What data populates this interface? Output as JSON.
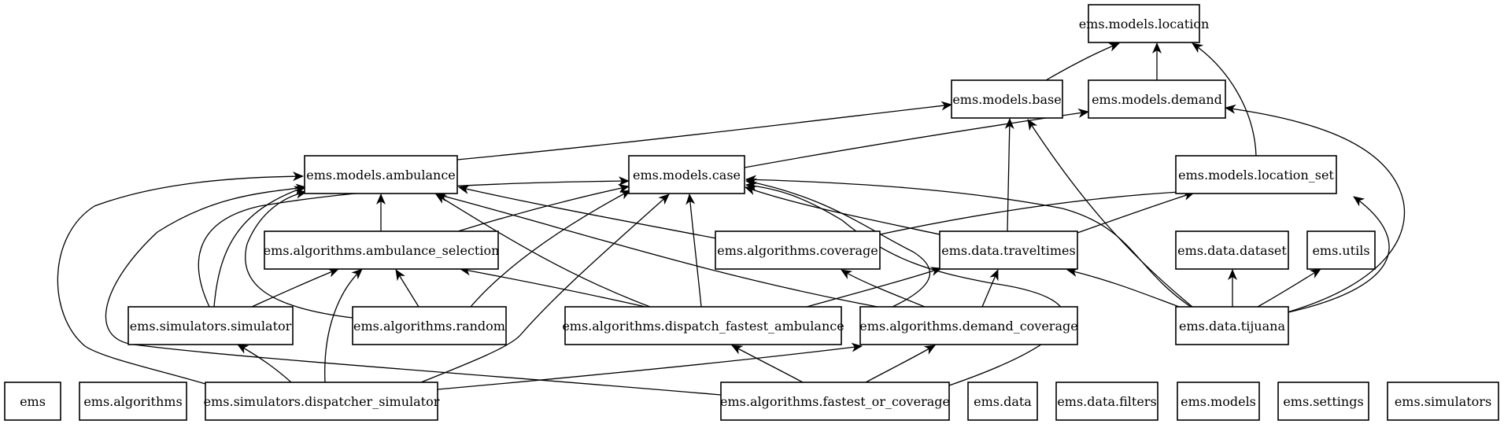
{
  "diagram": {
    "type": "module-dependency-graph",
    "colors": {
      "stroke": "#000000",
      "fill": "#ffffff",
      "text": "#000000"
    },
    "nodes": [
      {
        "id": "ems_models_location",
        "label": "ems.models.location"
      },
      {
        "id": "ems_models_base",
        "label": "ems.models.base"
      },
      {
        "id": "ems_models_demand",
        "label": "ems.models.demand"
      },
      {
        "id": "ems_models_ambulance",
        "label": "ems.models.ambulance"
      },
      {
        "id": "ems_models_case",
        "label": "ems.models.case"
      },
      {
        "id": "ems_models_location_set",
        "label": "ems.models.location_set"
      },
      {
        "id": "ems_algorithms_ambulance_selection",
        "label": "ems.algorithms.ambulance_selection"
      },
      {
        "id": "ems_algorithms_coverage",
        "label": "ems.algorithms.coverage"
      },
      {
        "id": "ems_data_traveltimes",
        "label": "ems.data.traveltimes"
      },
      {
        "id": "ems_data_dataset",
        "label": "ems.data.dataset"
      },
      {
        "id": "ems_utils",
        "label": "ems.utils"
      },
      {
        "id": "ems_simulators_simulator",
        "label": "ems.simulators.simulator"
      },
      {
        "id": "ems_algorithms_random",
        "label": "ems.algorithms.random"
      },
      {
        "id": "ems_algorithms_dispatch_fastest_ambulance",
        "label": "ems.algorithms.dispatch_fastest_ambulance"
      },
      {
        "id": "ems_algorithms_demand_coverage",
        "label": "ems.algorithms.demand_coverage"
      },
      {
        "id": "ems_data_tijuana",
        "label": "ems.data.tijuana"
      },
      {
        "id": "ems",
        "label": "ems"
      },
      {
        "id": "ems_algorithms",
        "label": "ems.algorithms"
      },
      {
        "id": "ems_simulators_dispatcher_simulator",
        "label": "ems.simulators.dispatcher_simulator"
      },
      {
        "id": "ems_algorithms_fastest_or_coverage",
        "label": "ems.algorithms.fastest_or_coverage"
      },
      {
        "id": "ems_data",
        "label": "ems.data"
      },
      {
        "id": "ems_data_filters",
        "label": "ems.data.filters"
      },
      {
        "id": "ems_models",
        "label": "ems.models"
      },
      {
        "id": "ems_settings",
        "label": "ems.settings"
      },
      {
        "id": "ems_simulators",
        "label": "ems.simulators"
      }
    ],
    "edges": [
      {
        "from": "ems_models_base",
        "to": "ems_models_location"
      },
      {
        "from": "ems_models_demand",
        "to": "ems_models_location"
      },
      {
        "from": "ems_models_location_set",
        "to": "ems_models_location"
      },
      {
        "from": "ems_models_ambulance",
        "to": "ems_models_base"
      },
      {
        "from": "ems_models_case",
        "to": "ems_models_demand"
      },
      {
        "from": "ems_algorithms_ambulance_selection",
        "to": "ems_models_ambulance"
      },
      {
        "from": "ems_algorithms_ambulance_selection",
        "to": "ems_models_case"
      },
      {
        "from": "ems_algorithms_coverage",
        "to": "ems_models_ambulance"
      },
      {
        "from": "ems_algorithms_coverage",
        "to": "ems_models_location_set"
      },
      {
        "from": "ems_data_traveltimes",
        "to": "ems_models_base"
      },
      {
        "from": "ems_data_traveltimes",
        "to": "ems_models_case"
      },
      {
        "from": "ems_data_traveltimes",
        "to": "ems_models_location_set"
      },
      {
        "from": "ems_simulators_simulator",
        "to": "ems_models_ambulance"
      },
      {
        "from": "ems_simulators_simulator",
        "to": "ems_models_case"
      },
      {
        "from": "ems_simulators_simulator",
        "to": "ems_algorithms_ambulance_selection"
      },
      {
        "from": "ems_algorithms_random",
        "to": "ems_models_ambulance"
      },
      {
        "from": "ems_algorithms_random",
        "to": "ems_models_case"
      },
      {
        "from": "ems_algorithms_random",
        "to": "ems_algorithms_ambulance_selection"
      },
      {
        "from": "ems_algorithms_dispatch_fastest_ambulance",
        "to": "ems_models_ambulance"
      },
      {
        "from": "ems_algorithms_dispatch_fastest_ambulance",
        "to": "ems_models_case"
      },
      {
        "from": "ems_algorithms_dispatch_fastest_ambulance",
        "to": "ems_algorithms_ambulance_selection"
      },
      {
        "from": "ems_algorithms_dispatch_fastest_ambulance",
        "to": "ems_data_traveltimes"
      },
      {
        "from": "ems_algorithms_demand_coverage",
        "to": "ems_models_ambulance"
      },
      {
        "from": "ems_algorithms_demand_coverage",
        "to": "ems_models_case"
      },
      {
        "from": "ems_algorithms_demand_coverage",
        "to": "ems_algorithms_coverage"
      },
      {
        "from": "ems_algorithms_demand_coverage",
        "to": "ems_data_traveltimes"
      },
      {
        "from": "ems_data_tijuana",
        "to": "ems_models_base"
      },
      {
        "from": "ems_data_tijuana",
        "to": "ems_models_demand"
      },
      {
        "from": "ems_data_tijuana",
        "to": "ems_models_case"
      },
      {
        "from": "ems_data_tijuana",
        "to": "ems_models_location_set"
      },
      {
        "from": "ems_data_tijuana",
        "to": "ems_data_traveltimes"
      },
      {
        "from": "ems_data_tijuana",
        "to": "ems_data_dataset"
      },
      {
        "from": "ems_data_tijuana",
        "to": "ems_utils"
      },
      {
        "from": "ems_simulators_dispatcher_simulator",
        "to": "ems_models_ambulance"
      },
      {
        "from": "ems_simulators_dispatcher_simulator",
        "to": "ems_models_case"
      },
      {
        "from": "ems_simulators_dispatcher_simulator",
        "to": "ems_algorithms_ambulance_selection"
      },
      {
        "from": "ems_simulators_dispatcher_simulator",
        "to": "ems_simulators_simulator"
      },
      {
        "from": "ems_simulators_dispatcher_simulator",
        "to": "ems_algorithms_demand_coverage"
      },
      {
        "from": "ems_algorithms_fastest_or_coverage",
        "to": "ems_models_ambulance"
      },
      {
        "from": "ems_algorithms_fastest_or_coverage",
        "to": "ems_models_case"
      },
      {
        "from": "ems_algorithms_fastest_or_coverage",
        "to": "ems_algorithms_dispatch_fastest_ambulance"
      },
      {
        "from": "ems_algorithms_fastest_or_coverage",
        "to": "ems_algorithms_demand_coverage"
      }
    ]
  }
}
